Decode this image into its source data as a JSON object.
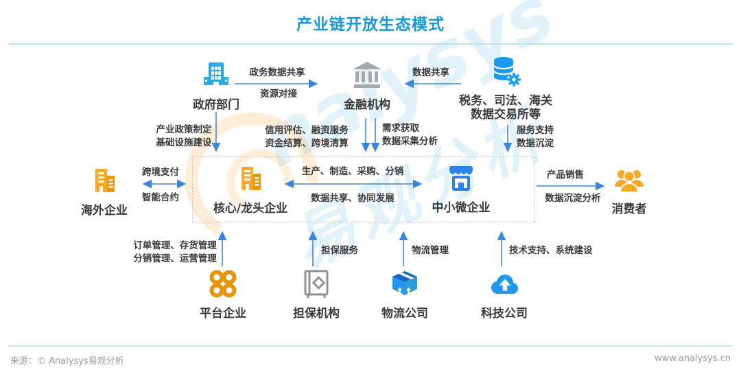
{
  "title": "产业链开放生态模式",
  "watermark": {
    "latin": "nalysys",
    "cjk": "易观分析"
  },
  "nodes": {
    "government": {
      "label": "政府部门"
    },
    "finance": {
      "label": "金融机构"
    },
    "exchange": {
      "line1": "税务、司法、海关",
      "line2": "数据交易所等"
    },
    "overseas": {
      "label": "海外企业"
    },
    "core": {
      "label": "核心/龙头企业"
    },
    "sme": {
      "label": "中小微企业"
    },
    "consumer": {
      "label": "消费者"
    },
    "platform": {
      "label": "平台企业"
    },
    "guarantee": {
      "label": "担保机构"
    },
    "logistics": {
      "label": "物流公司"
    },
    "tech": {
      "label": "科技公司"
    }
  },
  "edges": {
    "gov_finance": {
      "line1": "政务数据共享",
      "line2": "资源对接"
    },
    "exchange_finance": {
      "line1": "数据共享"
    },
    "gov_core": {
      "line1": "产业政策制定",
      "line2": "基础设施建设"
    },
    "finance_core": {
      "line1": "信用评估、融资服务",
      "line2": "资金结算、跨境清算"
    },
    "finance_sme": {
      "line1": "需求获取",
      "line2": "数据采集分析"
    },
    "exchange_sme": {
      "line1": "服务支持",
      "line2": "数据沉淀"
    },
    "overseas_core": {
      "line1": "跨境支付",
      "line2": "智能合约"
    },
    "core_sme": {
      "line1": "生产、制造、采购、分销",
      "line2": "数据共享、协同发展"
    },
    "sme_consumer": {
      "line1": "产品销售",
      "line2": "数据沉淀分析"
    },
    "platform_core": {
      "line1": "订单管理、存货管理",
      "line2": "分销管理、运营管理"
    },
    "guarantee_core": {
      "line1": "担保服务"
    },
    "logistics_sme": {
      "line1": "物流管理"
    },
    "tech_sme": {
      "line1": "技术支持、系统建设"
    }
  },
  "footer": {
    "source": "来源：© Analysys易观分析",
    "website": "www.analysys.cn"
  },
  "colors": {
    "title_blue": "#1798DB",
    "arrow_blue": "#3E86DB",
    "icon_light_blue": "#29ABE2",
    "icon_blue": "#2F80E7",
    "icon_orange": "#F9A825",
    "icon_deep_orange": "#E8940C",
    "icon_gray": "#A7A9AC",
    "text_dark": "#3A3A3A",
    "footer_gray": "#9A9A9A"
  }
}
